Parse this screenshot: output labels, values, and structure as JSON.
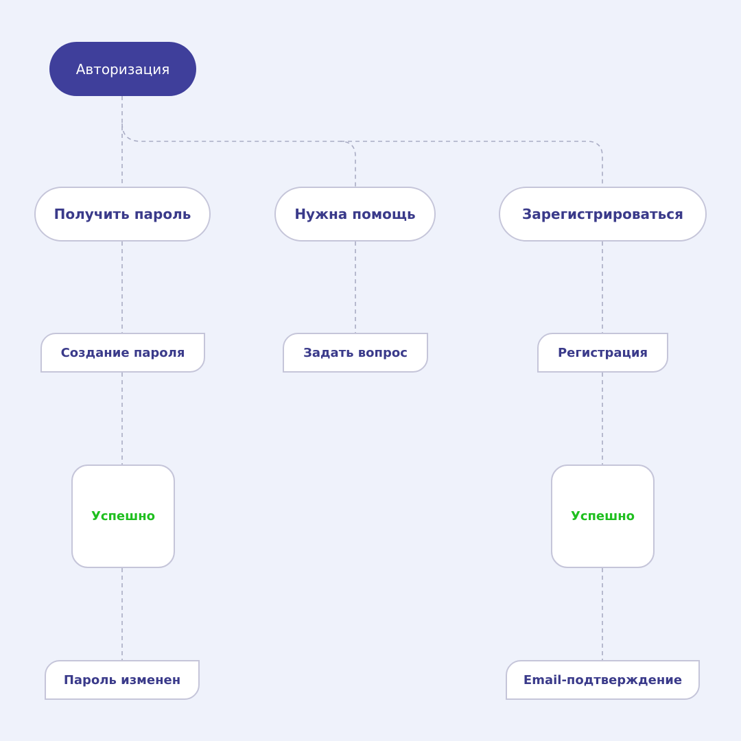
{
  "diagram": {
    "root": "Авторизация",
    "branches": [
      {
        "label": "Получить пароль",
        "step": "Создание пароля",
        "status": "Успешно",
        "result": "Пароль изменен"
      },
      {
        "label": "Нужна помощь",
        "step": "Задать вопрос"
      },
      {
        "label": "Зарегистрироваться",
        "step": "Регистрация",
        "status": "Успешно",
        "result": "Email-подтверждение"
      }
    ]
  },
  "colors": {
    "background": "#eff2fb",
    "root_fill": "#3f3f9b",
    "node_text": "#3a3a8a",
    "node_border": "#c5c5d9",
    "success_text": "#1fbf1f",
    "connector": "#a9acc4"
  }
}
